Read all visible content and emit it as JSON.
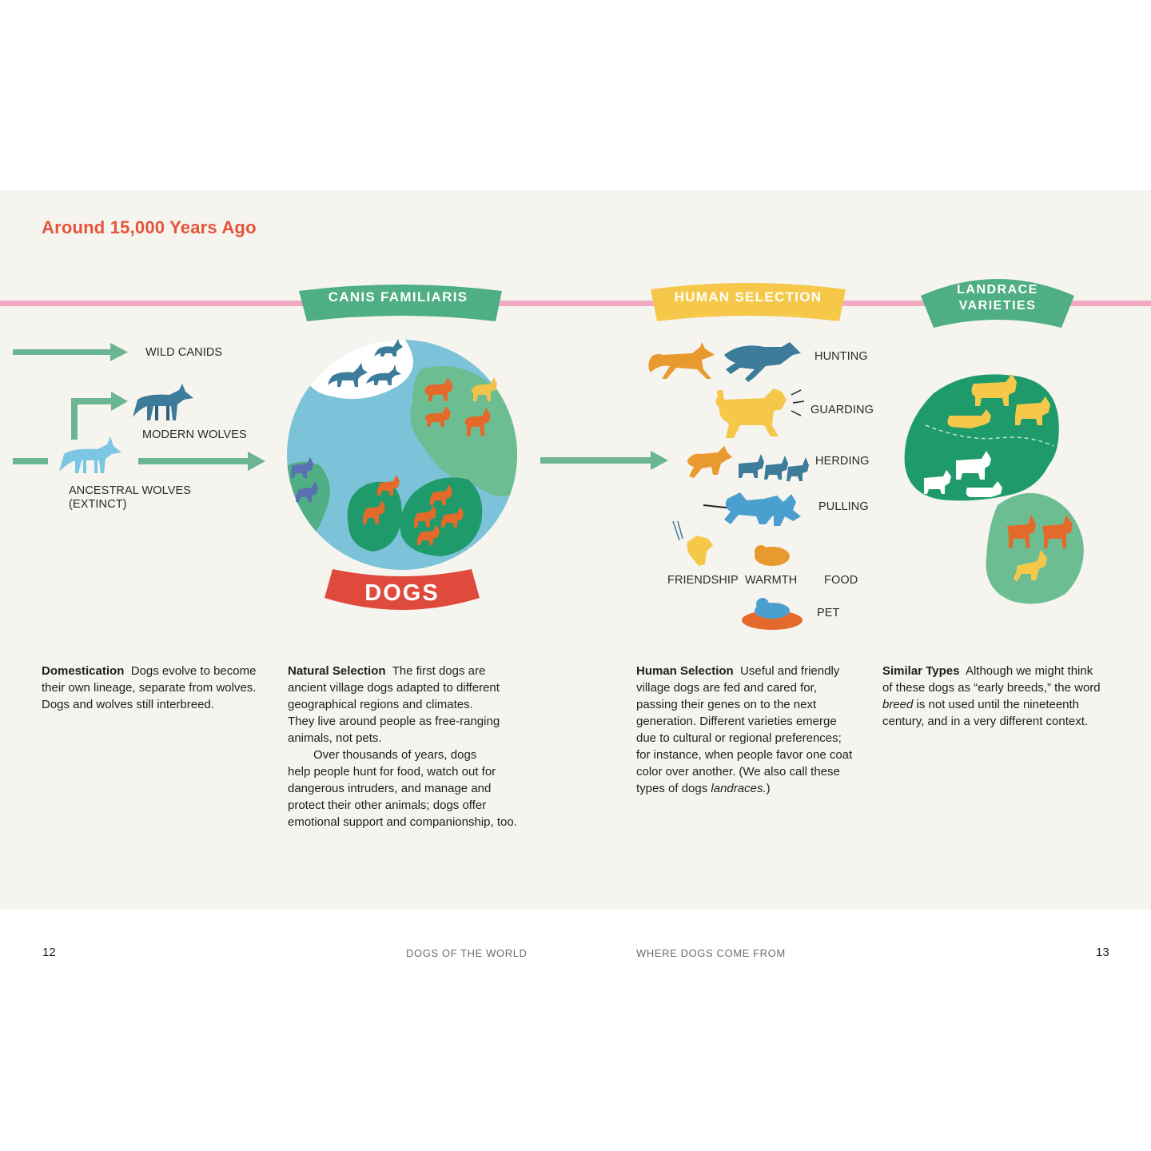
{
  "title": "Around 15,000 Years Ago",
  "banners": {
    "canis_familiaris": "CANIS FAMILIARIS",
    "human_selection": "HUMAN SELECTION",
    "landrace_line1": "LANDRACE",
    "landrace_line2": "VARIETIES",
    "dogs": "DOGS"
  },
  "lineage": {
    "wild_canids": "WILD CANIDS",
    "modern_wolves": "MODERN WOLVES",
    "ancestral_line1": "ANCESTRAL WOLVES",
    "ancestral_line2": "(EXTINCT)"
  },
  "selection_labels": {
    "hunting": "HUNTING",
    "guarding": "GUARDING",
    "herding": "HERDING",
    "pulling": "PULLING",
    "friendship": "FRIENDSHIP",
    "warmth": "WARMTH",
    "food": "FOOD",
    "pet": "PET"
  },
  "columns": {
    "domestication": {
      "heading": "Domestication",
      "lines": [
        "Dogs evolve to become",
        "their own lineage, separate from wolves.",
        "Dogs and wolves still interbreed."
      ]
    },
    "natural_selection": {
      "heading": "Natural Selection",
      "lines": [
        "The first dogs are",
        "ancient village dogs adapted to different",
        "geographical regions and climates.",
        "They live around people as free-ranging",
        "animals, not pets.",
        "Over thousands of years, dogs",
        "help people hunt for food, watch out for",
        "dangerous intruders, and manage and",
        "protect their other animals; dogs offer",
        "emotional support and companionship, too."
      ]
    },
    "human_selection": {
      "heading": "Human Selection",
      "lines": [
        "Useful and friendly",
        "village dogs are fed and cared for,",
        "passing their genes on to the next",
        "generation. Different varieties emerge",
        "due to cultural or regional preferences;",
        "for instance, when people favor one coat",
        "color over another. (We also call these",
        "types of dogs "
      ],
      "italic_end": "landraces.",
      "close": ")"
    },
    "similar_types": {
      "heading": "Similar Types",
      "lines": [
        "Although we might think",
        "of these dogs as “early breeds,” the word"
      ],
      "italic_word": "breed",
      "after_italic": " is not used until the nineteenth",
      "last": "century, and in a very different context."
    }
  },
  "footer": {
    "left_page": "12",
    "left_title": "DOGS OF THE WORLD",
    "right_title": "WHERE DOGS COME FROM",
    "right_page": "13"
  },
  "colors": {
    "title": "#e5533a",
    "green_banner": "#4fae83",
    "yellow_banner": "#f6c84a",
    "red_banner": "#df4a3d",
    "pink_rule": "#f2a9c4",
    "arrow": "#6bb592",
    "ocean": "#7cc2d9",
    "land": "#1f9a6a"
  },
  "icons": [
    "wolf-icon",
    "dog-icon",
    "food-bowl-icon",
    "arrow-icon"
  ]
}
